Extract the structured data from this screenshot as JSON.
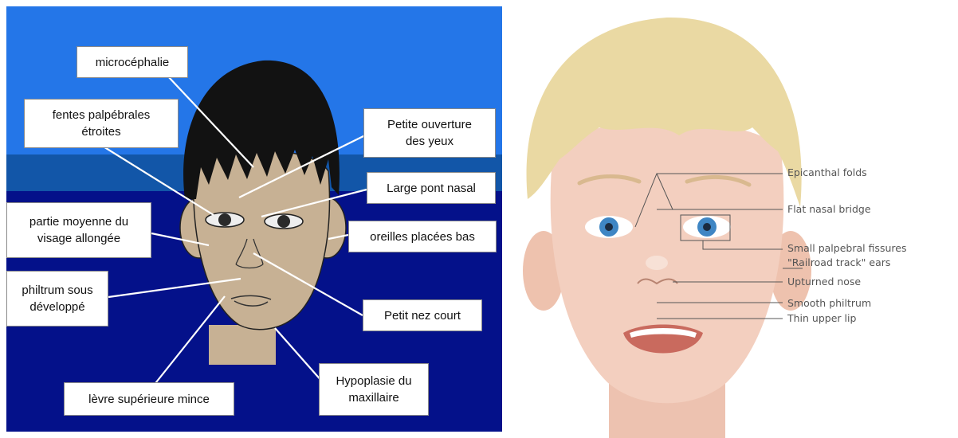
{
  "left_panel": {
    "colors": {
      "sky": "#2476e8",
      "sea": "#1256a8",
      "deep": "#04118a",
      "hair": "#121212",
      "skin": "#c7b194",
      "line": "#ffffff"
    },
    "labels": {
      "microcephaly": "microcéphalie",
      "narrow_fissures": "fentes palpébrales\nétroites",
      "small_eye_opening": "Petite ouverture\ndes yeux",
      "wide_nasal_bridge": "Large pont nasal",
      "elongated_midface": "partie moyenne du\nvisage allongée",
      "low_set_ears": "oreilles placées bas",
      "underdeveloped_philtrum": "philtrum sous\ndéveloppé",
      "short_nose": "Petit nez court",
      "thin_upper_lip": "lèvre supérieure mince",
      "maxillary_hypoplasia": "Hypoplasie du\nmaxillaire"
    }
  },
  "right_panel": {
    "colors": {
      "hair": "#ead9a3",
      "skin": "#f3cfbf",
      "iris": "#3f86c4",
      "line": "#555555"
    },
    "labels": {
      "epicanthal": "Epicanthal folds",
      "flat_bridge": "Flat nasal bridge",
      "small_fissures": "Small palpebral fissures",
      "railroad_ears": "\"Railroad track\" ears",
      "upturned_nose": "Upturned nose",
      "smooth_philtrum": "Smooth philtrum",
      "thin_lip": "Thin upper lip"
    }
  }
}
